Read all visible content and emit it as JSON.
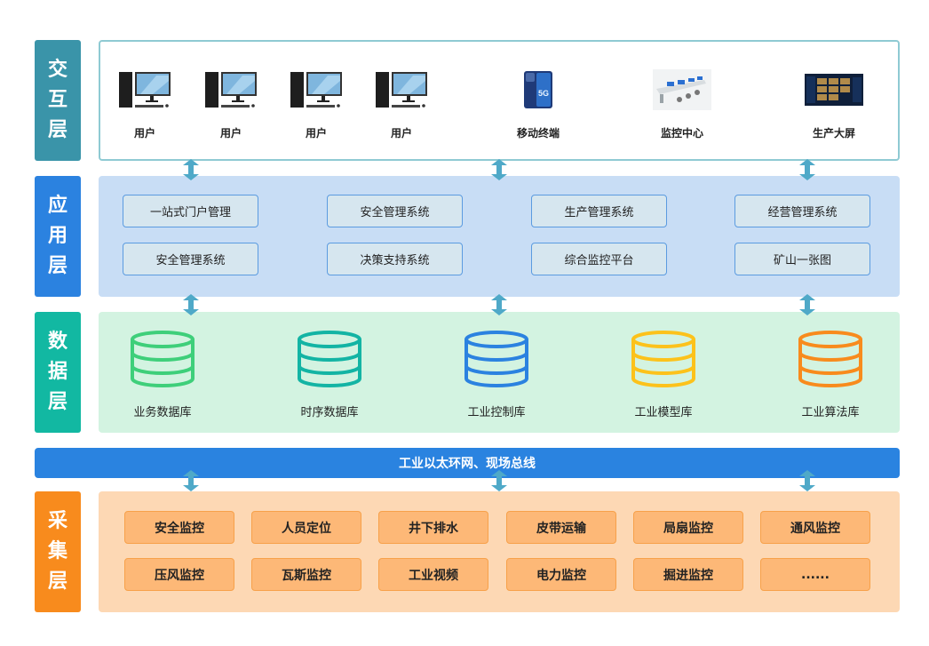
{
  "layers": {
    "interaction": {
      "label": [
        "交",
        "互",
        "层"
      ],
      "color": "#3a94a9"
    },
    "application": {
      "label": [
        "应",
        "用",
        "层"
      ],
      "color": "#2b82e0"
    },
    "data": {
      "label": [
        "数",
        "据",
        "层"
      ],
      "color": "#12b8a2"
    },
    "collection": {
      "label": [
        "采",
        "集",
        "层"
      ],
      "color": "#f88b1d"
    }
  },
  "interaction": {
    "devices": [
      {
        "label": "用户",
        "icon": "desktop-computer-icon"
      },
      {
        "label": "用户",
        "icon": "desktop-computer-icon"
      },
      {
        "label": "用户",
        "icon": "desktop-computer-icon"
      },
      {
        "label": "用户",
        "icon": "desktop-computer-icon"
      },
      {
        "label": "移动终端",
        "icon": "mobile-phone-icon",
        "badge": "5G"
      },
      {
        "label": "监控中心",
        "icon": "control-room-icon"
      },
      {
        "label": "生产大屏",
        "icon": "dashboard-screen-icon"
      }
    ]
  },
  "application": {
    "systems": [
      "一站式门户管理",
      "安全管理系统",
      "生产管理系统",
      "经营管理系统",
      "安全管理系统",
      "决策支持系统",
      "综合监控平台",
      "矿山一张图"
    ]
  },
  "data": {
    "databases": [
      {
        "label": "业务数据库",
        "color": "#3ecf7a"
      },
      {
        "label": "时序数据库",
        "color": "#13b4a4"
      },
      {
        "label": "工业控制库",
        "color": "#2b82e0"
      },
      {
        "label": "工业模型库",
        "color": "#fcc21b"
      },
      {
        "label": "工业算法库",
        "color": "#f88b1d"
      }
    ]
  },
  "bus": {
    "label": "工业以太环网、现场总线"
  },
  "collection": {
    "items": [
      "安全监控",
      "人员定位",
      "井下排水",
      "皮带运输",
      "局扇监控",
      "通风监控",
      "压风监控",
      "瓦斯监控",
      "工业视频",
      "电力监控",
      "掘进监控",
      "......"
    ]
  },
  "arrow_color": "#4fa9c8"
}
